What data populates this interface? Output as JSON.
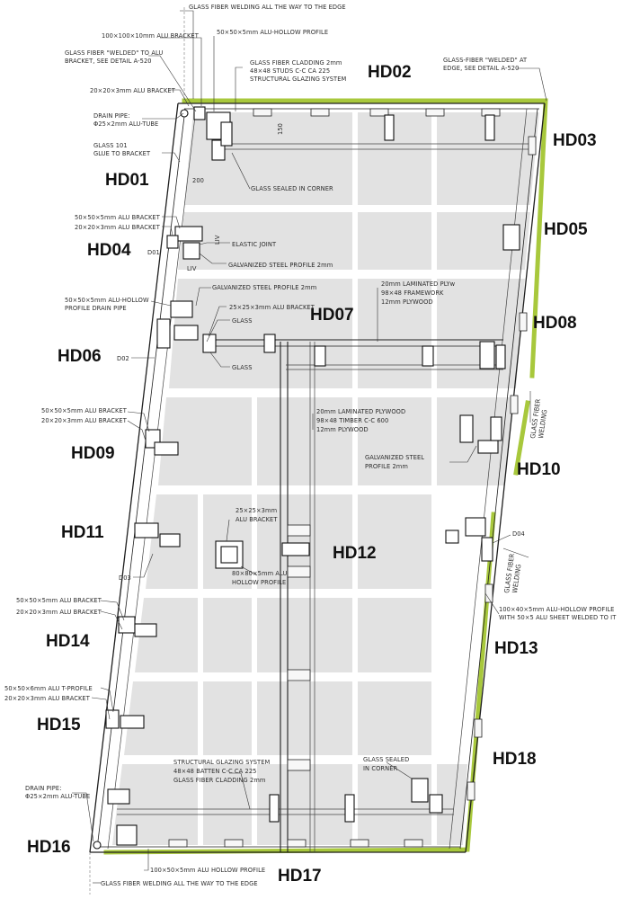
{
  "details": [
    {
      "id": "hd01",
      "label": "HD01"
    },
    {
      "id": "hd02",
      "label": "HD02"
    },
    {
      "id": "hd03",
      "label": "HD03"
    },
    {
      "id": "hd04",
      "label": "HD04"
    },
    {
      "id": "hd05",
      "label": "HD05"
    },
    {
      "id": "hd06",
      "label": "HD06"
    },
    {
      "id": "hd07",
      "label": "HD07"
    },
    {
      "id": "hd08",
      "label": "HD08"
    },
    {
      "id": "hd09",
      "label": "HD09"
    },
    {
      "id": "hd10",
      "label": "HD10"
    },
    {
      "id": "hd11",
      "label": "HD11"
    },
    {
      "id": "hd12",
      "label": "HD12"
    },
    {
      "id": "hd13",
      "label": "HD13"
    },
    {
      "id": "hd14",
      "label": "HD14"
    },
    {
      "id": "hd15",
      "label": "HD15"
    },
    {
      "id": "hd16",
      "label": "HD16"
    },
    {
      "id": "hd17",
      "label": "HD17"
    },
    {
      "id": "hd18",
      "label": "HD18"
    }
  ],
  "annotations": {
    "weld_top": "GLASS FIBER WELDING ALL THE WAY TO THE EDGE",
    "alu_bracket_100": "100×100×10mm ALU BRACKET",
    "alu_hollow_50": "50×50×5mm ALU-HOLLOW PROFILE",
    "gf_welded_1": "GLASS FIBER \"WELDED\" TO ALU",
    "gf_welded_2": "BRACKET, SEE DETAIL A-520",
    "gf_cladding_1": "GLASS FIBER CLADDING 2mm",
    "gf_cladding_2": "48×48 STUDS C-C CA 225",
    "gf_cladding_3": "STRUCTURAL GLAZING SYSTEM",
    "gf_edge_1": "GLASS-FIBER \"WELDED\" AT",
    "gf_edge_2": "EDGE, SEE DETAIL A-520",
    "alu_bracket_20_a": "20×20×3mm ALU BRACKET",
    "drain_pipe_a1": "DRAIN PIPE:",
    "drain_pipe_a2": "Φ25×2mm ALU-TUBE",
    "glass101_1": "GLASS 101",
    "glass101_2": "GLUE TO BRACKET",
    "dim_150": "150",
    "dim_200": "200",
    "glass_sealed_a": "GLASS SEALED IN CORNER",
    "alu_bracket_50_a": "50×50×5mm ALU BRACKET",
    "alu_bracket_20_b": "20×20×3mm ALU BRACKET",
    "elastic_joint": "ELASTIC JOINT",
    "galv_steel_a": "GALVANIZED STEEL PROFILE 2mm",
    "liv_1": "LIV",
    "liv_2": "LIV",
    "d01": "D01",
    "alu_hollow_drain_1": "50×50×5mm ALU-HOLLOW",
    "alu_hollow_drain_2": "PROFILE DRAIN PIPE",
    "galv_steel_b": "GALVANIZED STEEL PROFILE 2mm",
    "alu_bracket_25_a": "25×25×3mm ALU BRACKET",
    "glass_1": "GLASS",
    "glass_2": "GLASS",
    "d02": "D02",
    "ply_a1": "20mm LAMINATED PLYw",
    "ply_a2": "98×48 FRAMEWORK",
    "ply_a3": "12mm PLYWOOD",
    "alu_bracket_50_c": "50×50×5mm ALU BRACKET",
    "alu_bracket_20_c": "20×20×3mm ALU BRACKET",
    "ply_b1": "20mm LAMINATED PLYWOOD",
    "ply_b2": "98×48 TIMBER C-C 600",
    "ply_b3": "12mm PLYWOOD",
    "gf_weld_right_1": "GLASS FIBER",
    "gf_weld_right_2": "WELDING",
    "galv_steel_c1": "GALVANIZED STEEL",
    "galv_steel_c2": "PROFILE 2mm",
    "alu_bracket_25_b1": "25×25×3mm",
    "alu_bracket_25_b2": "ALU BRACKET",
    "d04": "D04",
    "alu_hollow_80_1": "80×80×5mm ALU",
    "alu_hollow_80_2": "HOLLOW PROFILE",
    "d03": "D03",
    "gf_weld_right_3": "GLASS FIBER",
    "gf_weld_right_4": "WELDING",
    "alu_hollow_100_1": "100×40×5mm ALU-HOLLOW PROFILE",
    "alu_hollow_100_2": "WITH 50×5 ALU SHEET WELDED TO IT",
    "alu_bracket_50_d": "50×50×5mm ALU BRACKET",
    "alu_bracket_20_d": "20×20×3mm ALU BRACKET",
    "alu_t_profile": "50×50×6mm ALU T-PROFILE",
    "alu_bracket_20_e": "20×20×3mm ALU BRACKET",
    "sg_bottom_1": "STRUCTURAL GLAZING SYSTEM",
    "sg_bottom_2": "48×48 BATTEN C-C CA 225",
    "sg_bottom_3": "GLASS FIBER CLADDING 2mm",
    "glass_sealed_b1": "GLASS SEALED",
    "glass_sealed_b2": "IN CORNER",
    "drain_pipe_b1": "DRAIN PIPE:",
    "drain_pipe_b2": "Φ25×2mm ALU-TUBE",
    "alu_hollow_bottom": "100×50×5mm ALU HOLLOW PROFILE",
    "weld_bottom": "GLASS FIBER WELDING ALL THE WAY TO THE EDGE"
  },
  "colors": {
    "glass_fiber_edge": "#a8c83c",
    "cell_fill": "#e2e2e2",
    "line": "#1e1e1e"
  }
}
